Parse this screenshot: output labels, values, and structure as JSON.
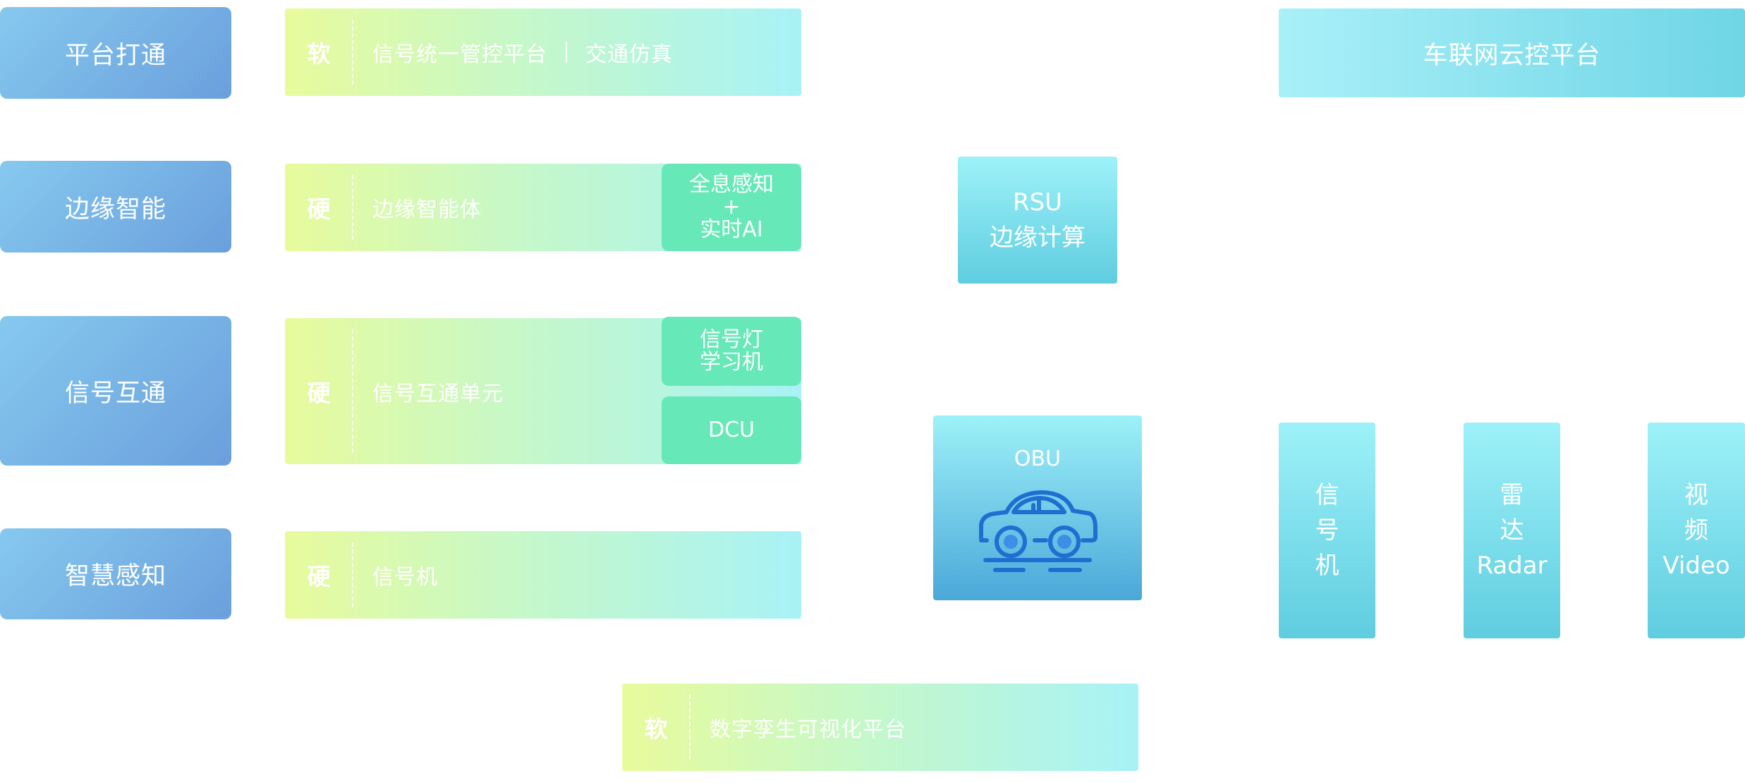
{
  "categories": {
    "platform": "平台打通",
    "edge": "边缘智能",
    "signal": "信号互通",
    "perception": "智慧感知"
  },
  "bars": {
    "platform": {
      "tag": "软",
      "text_a": "信号统一管控平台",
      "text_b": "交通仿真"
    },
    "edge": {
      "tag": "硬",
      "text": "边缘智能体"
    },
    "signal": {
      "tag": "硬",
      "text": "信号互通单元"
    },
    "perception": {
      "tag": "硬",
      "text": "信号机"
    },
    "twin": {
      "tag": "软",
      "text": "数字孪生可视化平台"
    }
  },
  "green_boxes": {
    "fusion": {
      "line1": "全息感知",
      "line2": "+",
      "line3": "实时AI"
    },
    "learner": {
      "line1": "信号灯",
      "line2": "学习机"
    },
    "dcu": "DCU"
  },
  "rsu": {
    "line1": "RSU",
    "line2": "边缘计算"
  },
  "obu": {
    "label": "OBU"
  },
  "cloud": "车联网云控平台",
  "devices": {
    "signal_machine": {
      "line1": "信",
      "line2": "号",
      "line3": "机"
    },
    "radar": {
      "line1": "雷",
      "line2": "达",
      "line3": "Radar"
    },
    "video": {
      "line1": "视",
      "line2": "频",
      "line3": "Video"
    }
  },
  "colors": {
    "category_blue": "#6a9fdc",
    "bar_start": "#e8fb9c",
    "bar_end": "#a8f2f6",
    "green_box": "#66e8b8",
    "cyan_box": "#5fcde0",
    "car_icon": "#1f6fd1"
  }
}
